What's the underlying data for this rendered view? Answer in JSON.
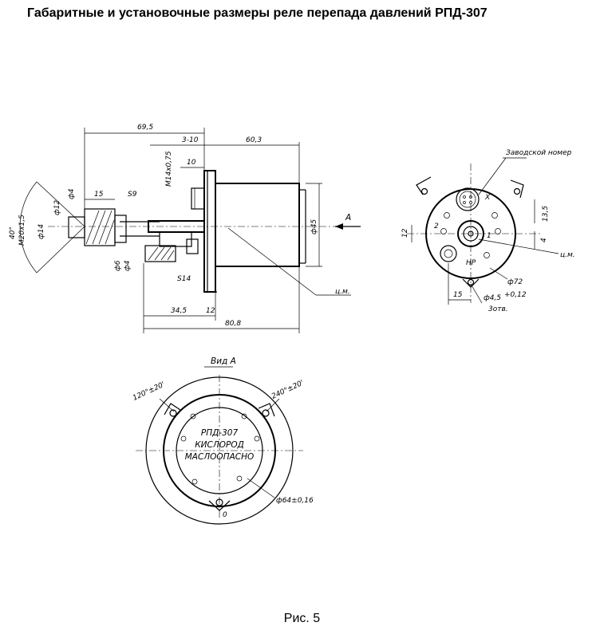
{
  "title": "Габаритные и установочные размеры реле перепада давлений РПД-307",
  "caption": "Рис. 5",
  "side_view": {
    "dims": {
      "d69_5": "69,5",
      "d3_10": "3-10",
      "d60_3": "60,3",
      "dM14": "M14x0,75",
      "d10": "10",
      "d15": "15",
      "dS9": "S9",
      "d4_top": "ф4",
      "d12": "ф12",
      "d14": "ф14",
      "dM20": "M20x1,5",
      "d40deg": "40°",
      "d6": "ф6",
      "d4_low": "ф4",
      "dS14": "S14",
      "d45": "ф45",
      "d34_5": "34,5",
      "d12_low": "12",
      "d80_8": "80,8",
      "cm": "ц.м.",
      "arrowA": "A"
    }
  },
  "end_view": {
    "dims": {
      "serial": "Заводской номер",
      "x": "X",
      "d13_5": "13,5",
      "d12": "12",
      "d4": "4",
      "cm": "ц.м.",
      "n2": "2",
      "n1": "1",
      "hp": "НР",
      "d72": "ф72",
      "d4_5": "ф4,5",
      "tol": "+0,12",
      "holes": "3отв.",
      "d15": "15"
    }
  },
  "view_a": {
    "dims": {
      "label": "Вид А",
      "deg120": "120°±20'",
      "deg240": "240°±20'",
      "zero": "0",
      "d64": "ф64±0,16"
    },
    "marking": [
      "РПД-307",
      "КИСЛОРОД",
      "МАСЛООПАСНО"
    ]
  }
}
